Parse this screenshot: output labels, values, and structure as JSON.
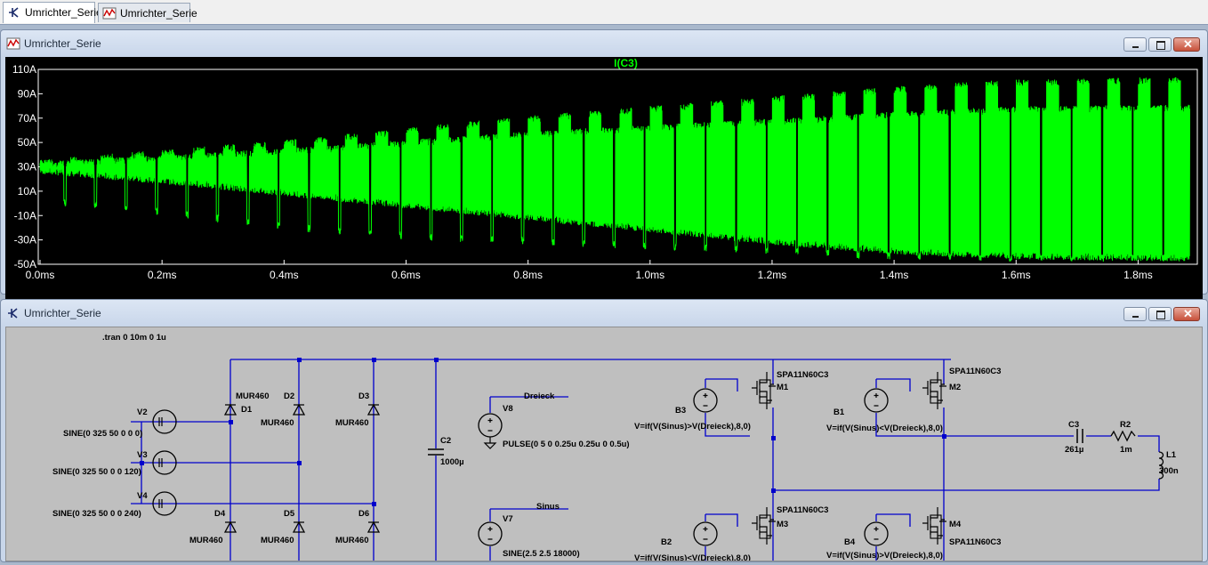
{
  "tabs": [
    {
      "label": "Umrichter_Serie",
      "icon": "schematic-icon",
      "active": true
    },
    {
      "label": "Umrichter_Serie",
      "icon": "waveform-icon",
      "active": false
    }
  ],
  "plot_window": {
    "title": "Umrichter_Serie",
    "icon": "waveform-icon"
  },
  "schematic_window": {
    "title": "Umrichter_Serie",
    "icon": "schematic-icon"
  },
  "window_buttons": {
    "minimize": "minimize-icon",
    "restore": "restore-icon",
    "close": "close-icon"
  },
  "chart_data": {
    "type": "line",
    "title": "I(C3)",
    "series": [
      {
        "name": "I(C3)",
        "color": "#00ff00"
      }
    ],
    "ylabels": [
      "110A",
      "90A",
      "70A",
      "50A",
      "30A",
      "10A",
      "-10A",
      "-30A",
      "-50A"
    ],
    "ylim": [
      -50,
      110
    ],
    "xlabels": [
      "0.0ms",
      "0.2ms",
      "0.4ms",
      "0.6ms",
      "0.8ms",
      "1.0ms",
      "1.2ms",
      "1.4ms",
      "1.6ms",
      "1.8ms"
    ],
    "xlim": [
      0,
      1.9
    ],
    "x_unit": "ms",
    "envelope": {
      "x": [
        0.0,
        0.2,
        0.4,
        0.6,
        0.8,
        1.0,
        1.2,
        1.4,
        1.6,
        1.9
      ],
      "upper": [
        36,
        44,
        52,
        62,
        72,
        80,
        88,
        96,
        102,
        104
      ],
      "lower": [
        24,
        16,
        6,
        -4,
        -14,
        -24,
        -34,
        -42,
        -46,
        -48
      ],
      "pulse_bottom": [
        0,
        -10,
        -22,
        -30,
        -34,
        -38,
        -42,
        -46,
        -48,
        -48
      ]
    },
    "background": "#000000",
    "axis_color": "#ffffff"
  },
  "schematic": {
    "directive": ".tran 0 10m 0 1u",
    "sources": [
      {
        "ref": "V2",
        "value": "SINE(0 325 50 0 0 0)"
      },
      {
        "ref": "V3",
        "value": "SINE(0 325 50 0 0 120)"
      },
      {
        "ref": "V4",
        "value": "SINE(0 325 50 0 0 240)"
      },
      {
        "ref": "V8",
        "value": "PULSE(0 5 0 0.25u 0.25u 0 0.5u)",
        "net": "Dreieck"
      },
      {
        "ref": "V7",
        "value": "SINE(2.5 2.5 18000)",
        "net": "Sinus"
      }
    ],
    "diodes": [
      {
        "ref": "D1",
        "value": "MUR460"
      },
      {
        "ref": "D2",
        "value": "MUR460"
      },
      {
        "ref": "D3",
        "value": "MUR460"
      },
      {
        "ref": "D4",
        "value": "MUR460"
      },
      {
        "ref": "D5",
        "value": "MUR460"
      },
      {
        "ref": "D6",
        "value": "MUR460"
      }
    ],
    "capacitors": [
      {
        "ref": "C2",
        "value": "1000µ"
      },
      {
        "ref": "C3",
        "value": "261µ"
      }
    ],
    "resistor": {
      "ref": "R2",
      "value": "1m"
    },
    "inductor": {
      "ref": "L1",
      "value": "300n"
    },
    "mosfets": [
      {
        "ref": "M1",
        "value": "SPA11N60C3"
      },
      {
        "ref": "M2",
        "value": "SPA11N60C3"
      },
      {
        "ref": "M3",
        "value": "SPA11N60C3"
      },
      {
        "ref": "M4",
        "value": "SPA11N60C3"
      }
    ],
    "bsources": [
      {
        "ref": "B3",
        "value": "V=if(V(Sinus)>V(Dreieck),8,0)"
      },
      {
        "ref": "B1",
        "value": "V=if(V(Sinus)<V(Dreieck),8,0)"
      },
      {
        "ref": "B2",
        "value": "V=if(V(Sinus)<V(Dreieck),8,0)"
      },
      {
        "ref": "B4",
        "value": "V=if(V(Sinus)>V(Dreieck),8,0)"
      }
    ],
    "wire_color": "#0000cc"
  }
}
